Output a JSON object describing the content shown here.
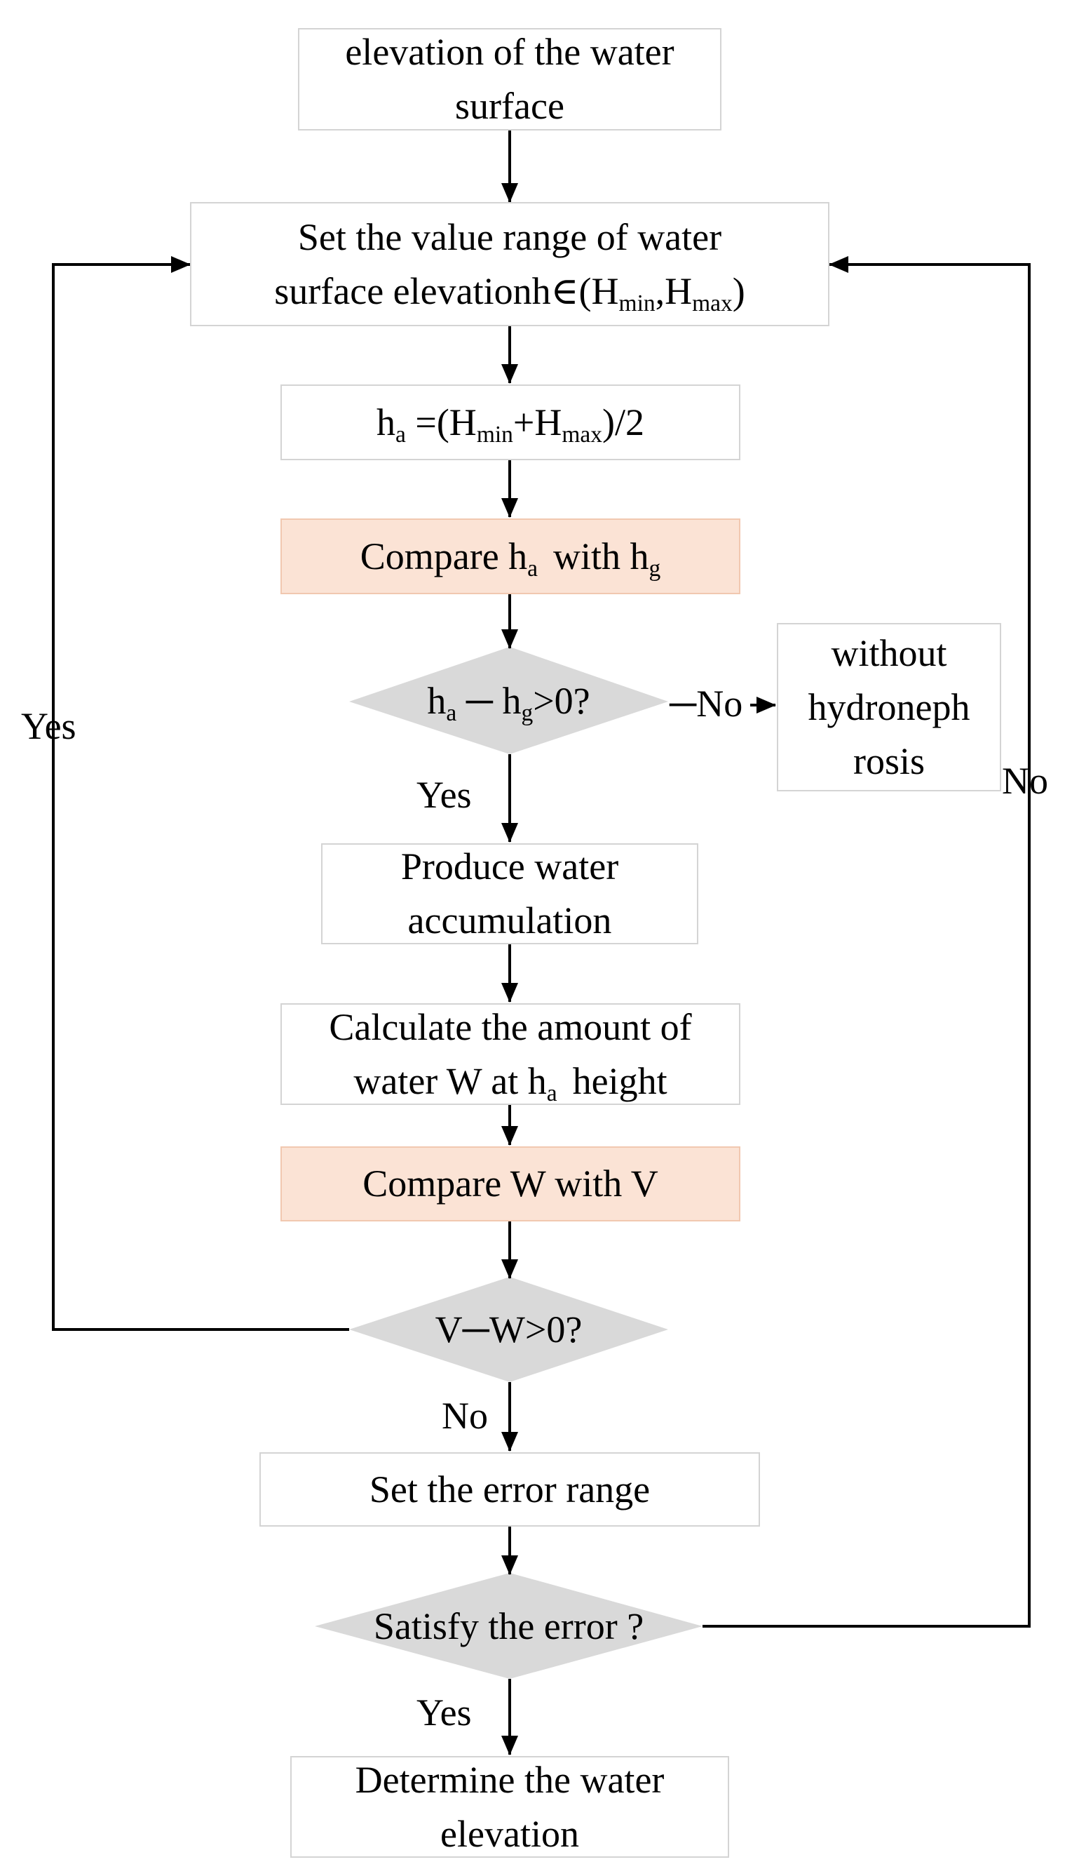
{
  "nodes": {
    "start": {
      "line1": "elevation of the water",
      "line2": "surface"
    },
    "set_range": {
      "line1": "Set the value range of water",
      "line2_a": "surface elevationh∈(H",
      "sub1": "min",
      "mid": ",H",
      "sub2": "max",
      "end": ")"
    },
    "midpoint": {
      "a": "h",
      "sub_a": "a",
      "b": " =(H",
      "sub_min": "min",
      "c": "+H",
      "sub_max": "max",
      "d": ")/2"
    },
    "compare_h": {
      "a": "Compare h",
      "sub_a": "a",
      "b": "with h",
      "sub_g": "g"
    },
    "decision_h": {
      "a": "h",
      "sub_a": "a",
      "b": " ─ h",
      "sub_g": "g",
      "c": ">0?"
    },
    "without": {
      "line1": "without",
      "line2": "hydroneph",
      "line3": "rosis"
    },
    "produce": {
      "line1": "Produce water",
      "line2": "accumulation"
    },
    "calculate": {
      "line1": "Calculate the amount of",
      "line2_a": "water W at h",
      "sub_a": "a",
      "line2_b": "height"
    },
    "compare_w": {
      "text": "Compare W with V"
    },
    "decision_w": {
      "text": "V─W>0?"
    },
    "error_range": {
      "text": "Set the error range"
    },
    "decision_err": {
      "text": "Satisfy the error ?"
    },
    "determine": {
      "line1": "Determine the water",
      "line2": "elevation"
    }
  },
  "labels": {
    "no_right_h": "─No",
    "yes_below_h": "Yes",
    "yes_left_loop": "Yes",
    "no_right_loop": "No",
    "no_below_w": "No",
    "yes_below_err": "Yes"
  },
  "colors": {
    "highlight_fill": "#fbe3d5",
    "diamond_fill": "#d9d9d9",
    "box_border": "#d4d4d4",
    "line": "#000000"
  }
}
